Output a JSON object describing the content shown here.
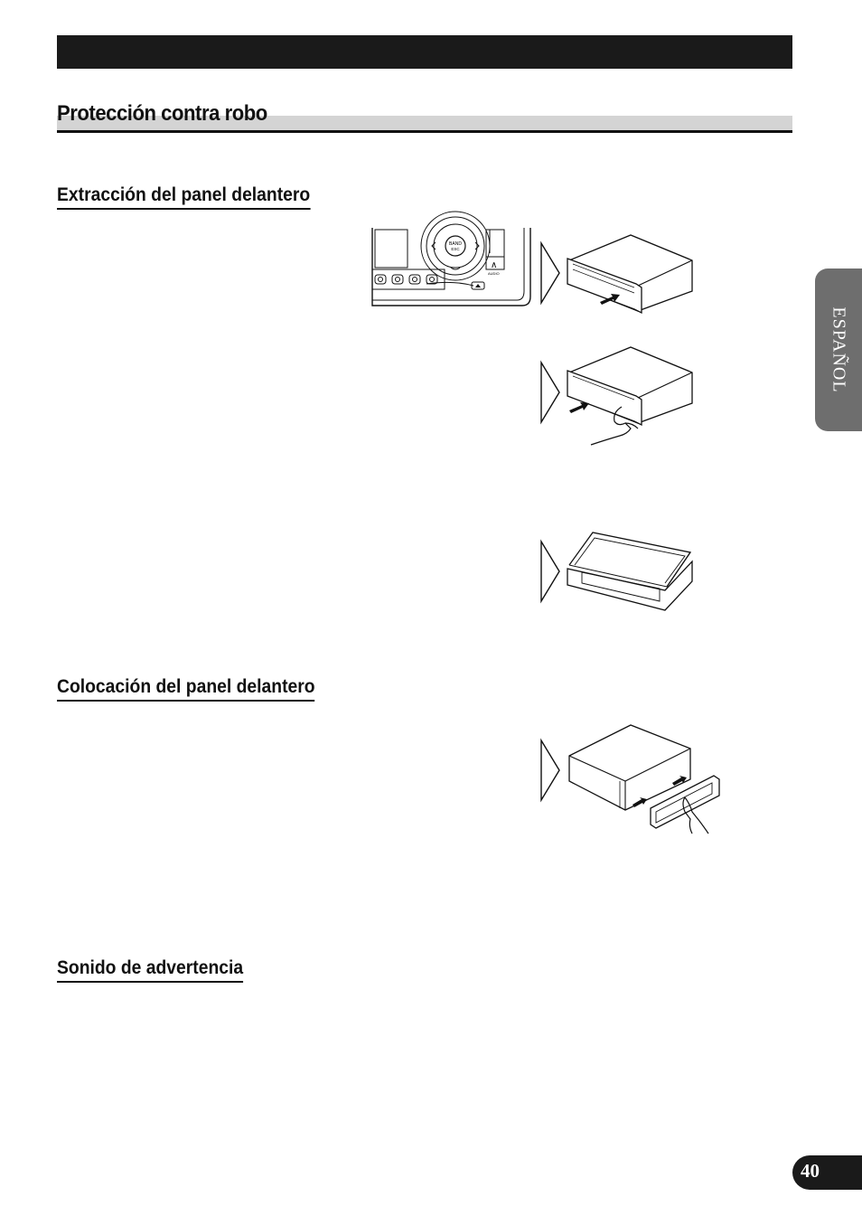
{
  "section": {
    "title": "Protección contra robo"
  },
  "subsections": [
    {
      "title": "Extracción del panel delantero"
    },
    {
      "title": "Colocación del panel delantero"
    },
    {
      "title": "Sonido de advertencia"
    }
  ],
  "control_panel": {
    "center_button_line1": "BAND",
    "center_button_line2": "ESC",
    "button_label": "AUDIO",
    "arrow_glyph": "∧"
  },
  "sidebar": {
    "language": "ESPAÑOL"
  },
  "footer": {
    "page_number": "40"
  }
}
